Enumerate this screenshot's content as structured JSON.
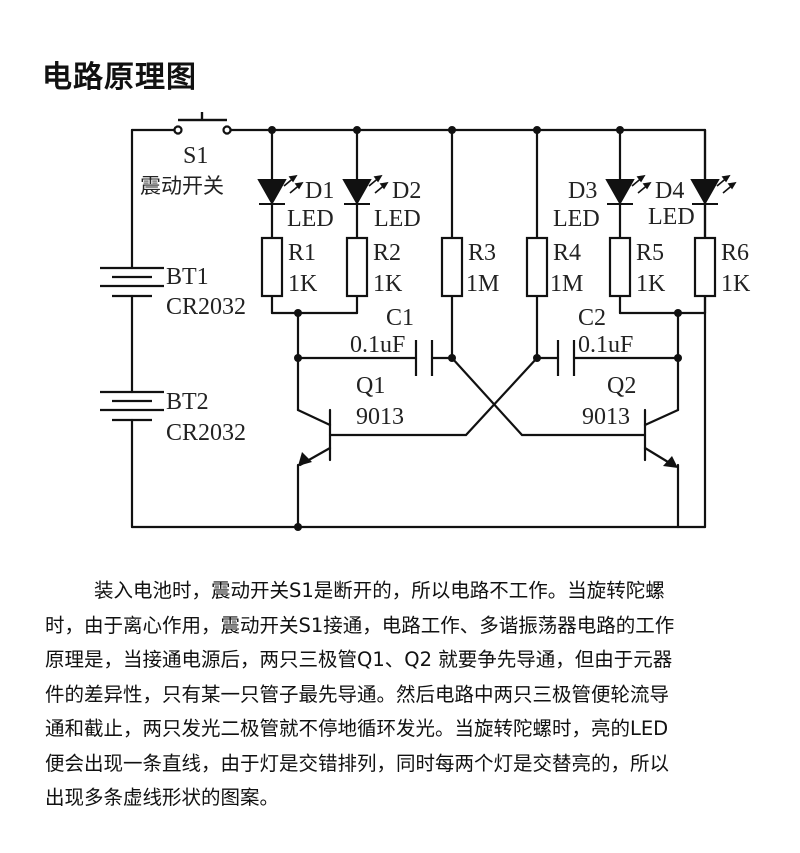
{
  "title": "电路原理图",
  "diagram": {
    "switch": {
      "ref": "S1",
      "name": "震动开关"
    },
    "batteries": [
      {
        "ref": "BT1",
        "type": "CR2032"
      },
      {
        "ref": "BT2",
        "type": "CR2032"
      }
    ],
    "leds": [
      {
        "ref": "D1",
        "type": "LED"
      },
      {
        "ref": "D2",
        "type": "LED"
      },
      {
        "ref": "D3",
        "type": "LED"
      },
      {
        "ref": "D4",
        "type": "LED"
      }
    ],
    "resistors": [
      {
        "ref": "R1",
        "value": "1K"
      },
      {
        "ref": "R2",
        "value": "1K"
      },
      {
        "ref": "R3",
        "value": "1M"
      },
      {
        "ref": "R4",
        "value": "1M"
      },
      {
        "ref": "R5",
        "value": "1K"
      },
      {
        "ref": "R6",
        "value": "1K"
      }
    ],
    "capacitors": [
      {
        "ref": "C1",
        "value": "0.1uF"
      },
      {
        "ref": "C2",
        "value": "0.1uF"
      }
    ],
    "transistors": [
      {
        "ref": "Q1",
        "type": "9013"
      },
      {
        "ref": "Q2",
        "type": "9013"
      }
    ]
  },
  "description": {
    "lines": [
      "装入电池时，震动开关S1是断开的，所以电路不工作。当旋转陀螺",
      "时，由于离心作用，震动开关S1接通，电路工作、多谐振荡器电路的工作",
      "原理是，当接通电源后，两只三极管Q1、Q2 就要争先导通，但由于元器",
      "件的差异性，只有某一只管子最先导通。然后电路中两只三极管便轮流导",
      "通和截止，两只发光二极管就不停地循环发光。当旋转陀螺时，亮的LED",
      "便会出现一条直线，由于灯是交错排列，同时每两个灯是交替亮的，所以",
      "出现多条虚线形状的图案。"
    ]
  }
}
